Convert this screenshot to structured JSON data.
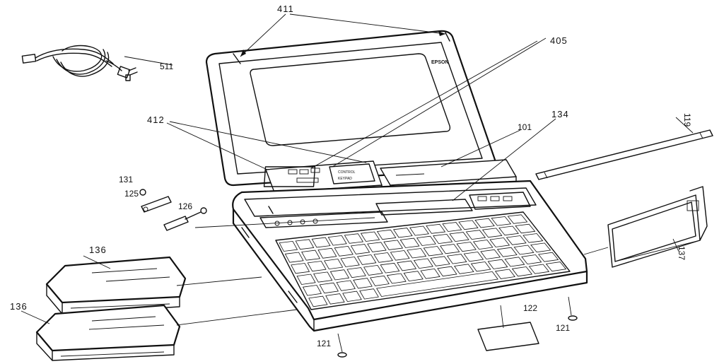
{
  "labels": {
    "l411": "411",
    "l405": "405",
    "l511": "511",
    "l412": "412",
    "l134": "134",
    "l101": "101",
    "l119": "119",
    "l131": "131",
    "l125": "125",
    "l126": "126",
    "l136a": "136",
    "l136b": "136",
    "l122": "122",
    "l121a": "121",
    "l121b": "121",
    "l137": "137"
  },
  "display": {
    "brand": "EPSON",
    "control_panel": "CONTROL",
    "control_sub": "KEYPAD"
  }
}
